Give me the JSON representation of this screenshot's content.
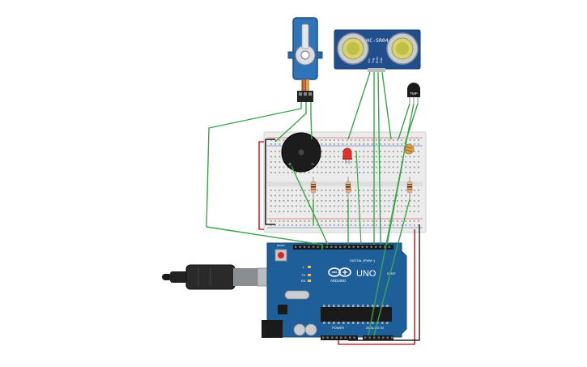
{
  "sensor": {
    "label": "HC-SR04",
    "pins": [
      "Vcc",
      "Trig",
      "Echo",
      "Gnd"
    ]
  },
  "temp_sensor": {
    "label": "TMP"
  },
  "buzzer": {
    "plus": "+",
    "minus": "−"
  },
  "arduino": {
    "logo": "UNO",
    "brand": "ARDUINO",
    "digital": "DIGITAL (PWM~)",
    "power": "POWER",
    "analog": "ANALOG IN",
    "tx": "TX",
    "rx": "RX",
    "l": "L",
    "ioref": "IOREF",
    "reset_label": "RESET"
  },
  "colors": {
    "wire_green": "#3aa54a",
    "wire_red": "#d62828",
    "wire_black": "#222222",
    "board_blue": "#1f5f99",
    "servo_blue": "#2f73b8",
    "breadboard": "#ececec"
  }
}
